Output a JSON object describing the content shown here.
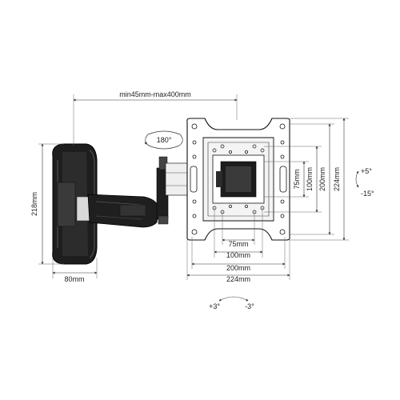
{
  "labels": {
    "reach": "min45mm-max400mm",
    "rotation": "180°",
    "wall_height": "218mm",
    "wall_width": "80mm",
    "vesa_75_h": "75mm",
    "vesa_100_h": "100mm",
    "vesa_200_h": "200mm",
    "plate_224_h": "224mm",
    "vesa_75_w": "75mm",
    "vesa_100_w": "100mm",
    "vesa_200_w": "200mm",
    "plate_224_w": "224mm",
    "tilt_up": "+5°",
    "tilt_down": "-15°",
    "level_plus": "+3°",
    "level_minus": "-3°"
  }
}
